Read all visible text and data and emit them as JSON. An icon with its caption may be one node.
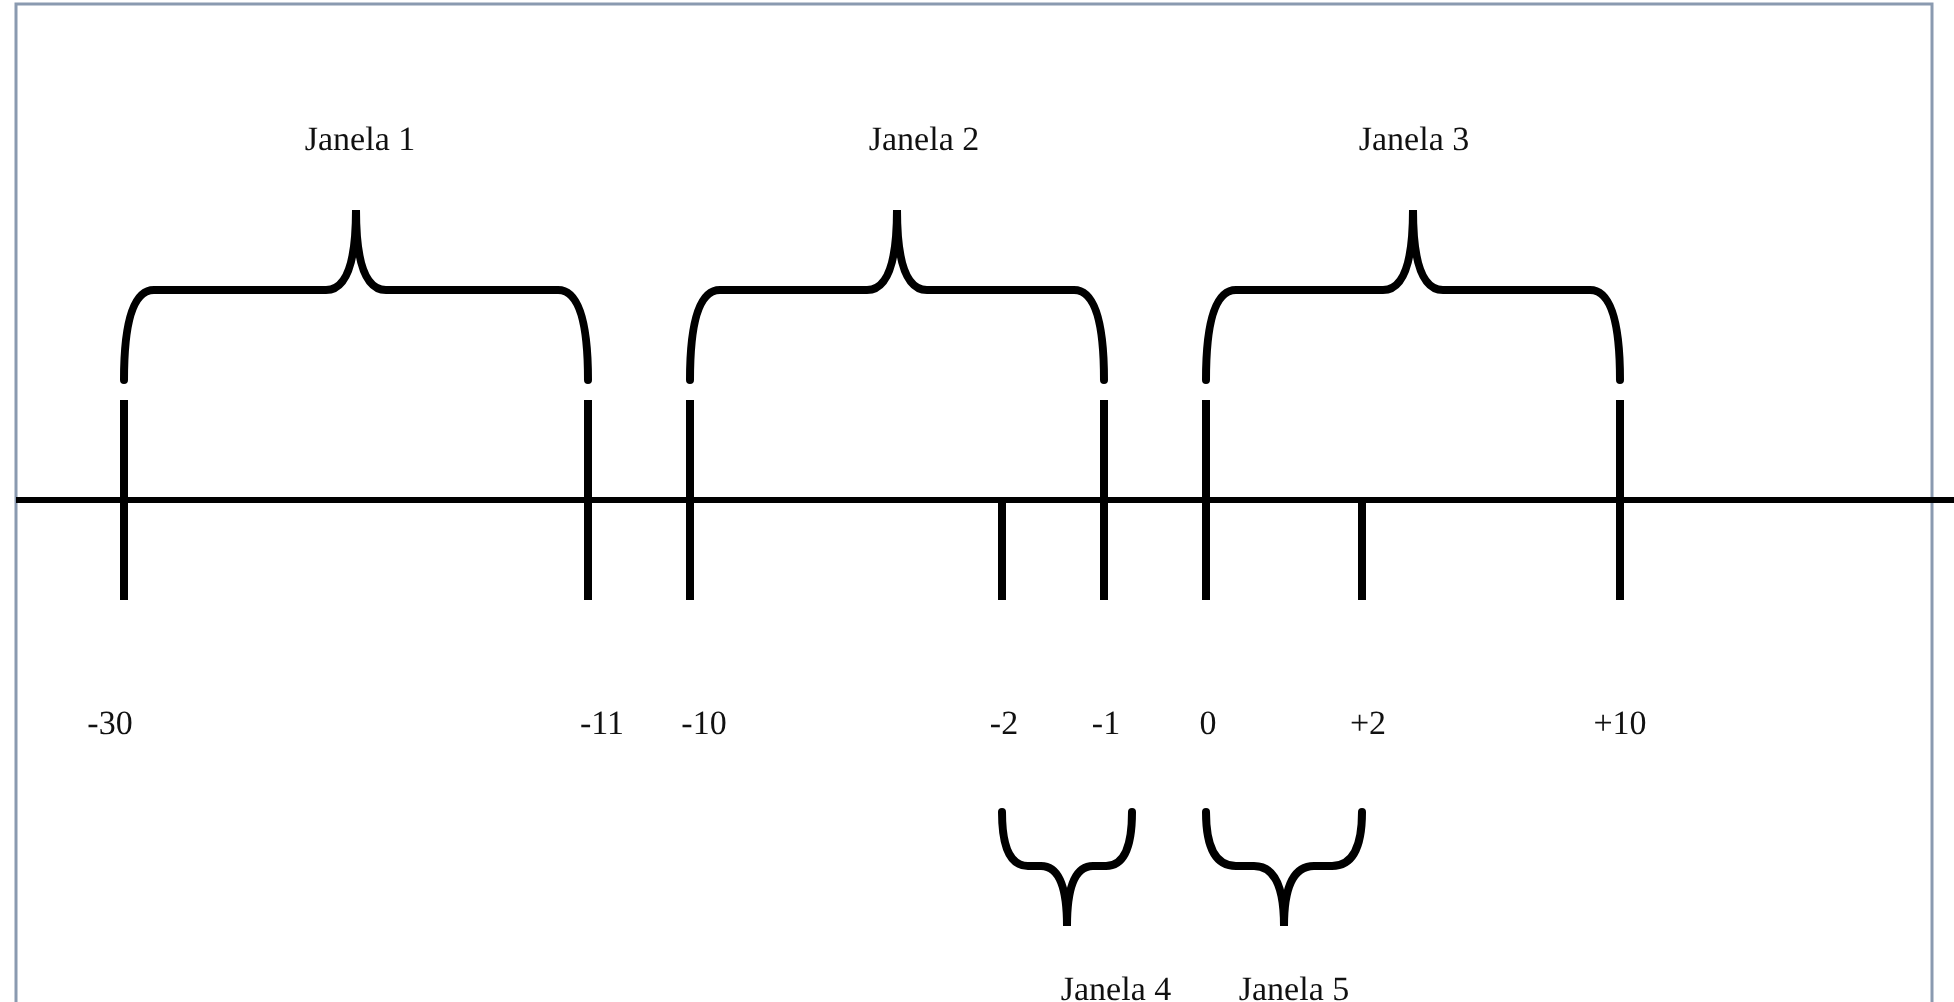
{
  "diagram": {
    "labels": [
      "Janela 1",
      "Janela 2",
      "Janela 3",
      "-30",
      "-11",
      "-10",
      "-2",
      "-1",
      "0",
      "+2",
      "+10",
      "Janela 4",
      "Janela 5"
    ]
  }
}
